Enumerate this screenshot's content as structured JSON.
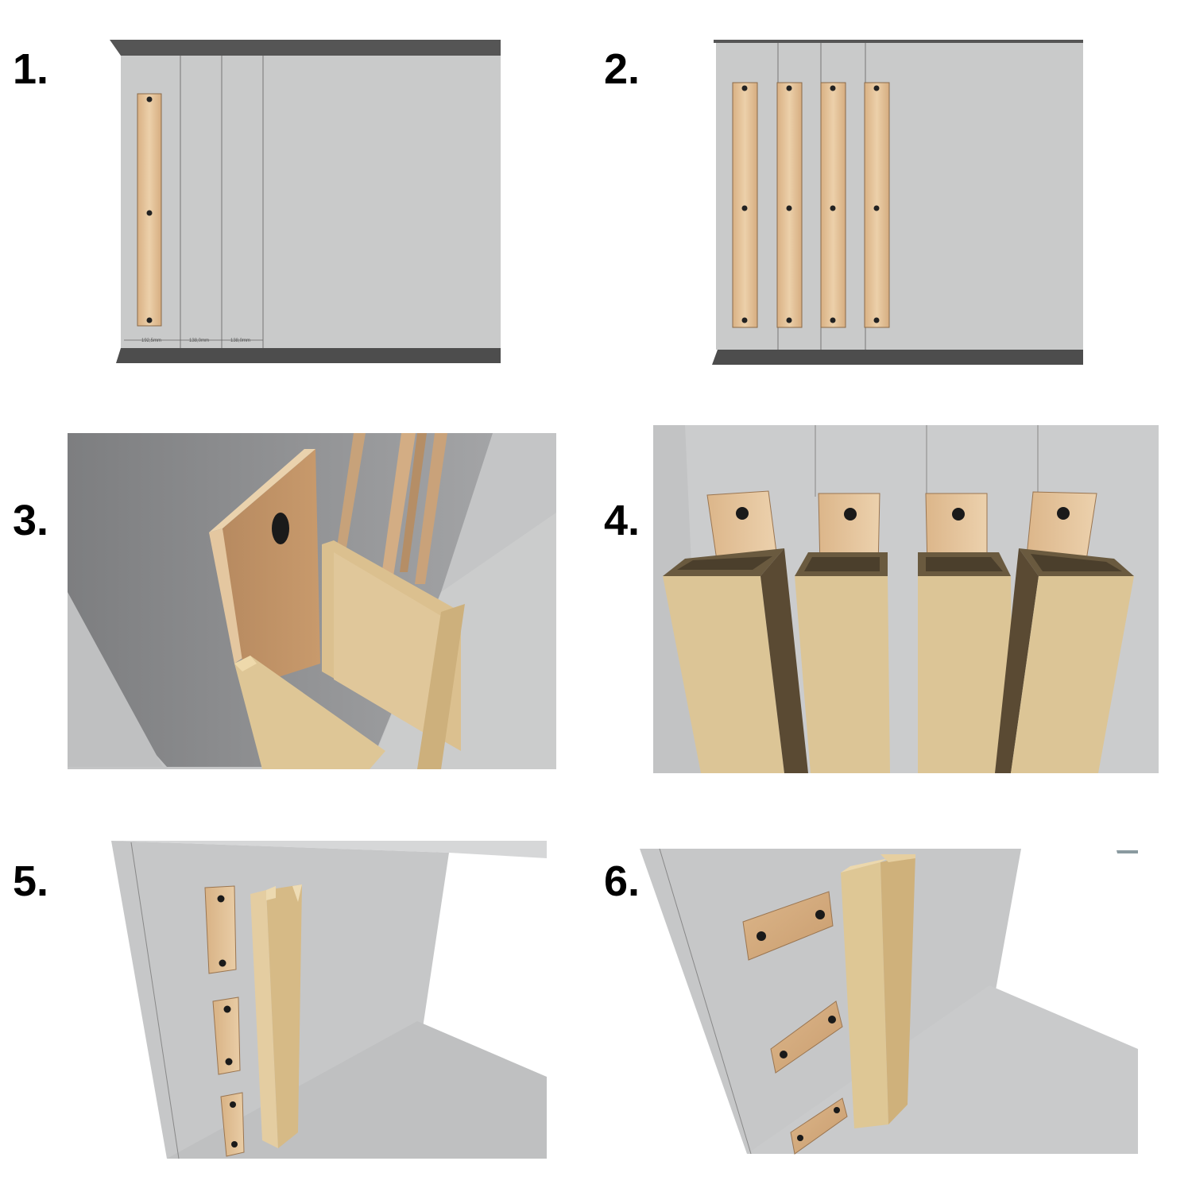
{
  "steps": [
    {
      "number": "1.",
      "dimensions": [
        "192,5mm",
        "138,0mm",
        "138,0mm"
      ]
    },
    {
      "number": "2."
    },
    {
      "number": "3."
    },
    {
      "number": "4."
    },
    {
      "number": "5."
    },
    {
      "number": "6."
    }
  ],
  "colors": {
    "concrete": "#c8c9ca",
    "wood_light": "#e3c299",
    "wood_dark": "#b88a5e",
    "panel_front": "#dcc597",
    "panel_shadow": "#6b5a3e",
    "floor_trim": "#4a4a4a"
  }
}
